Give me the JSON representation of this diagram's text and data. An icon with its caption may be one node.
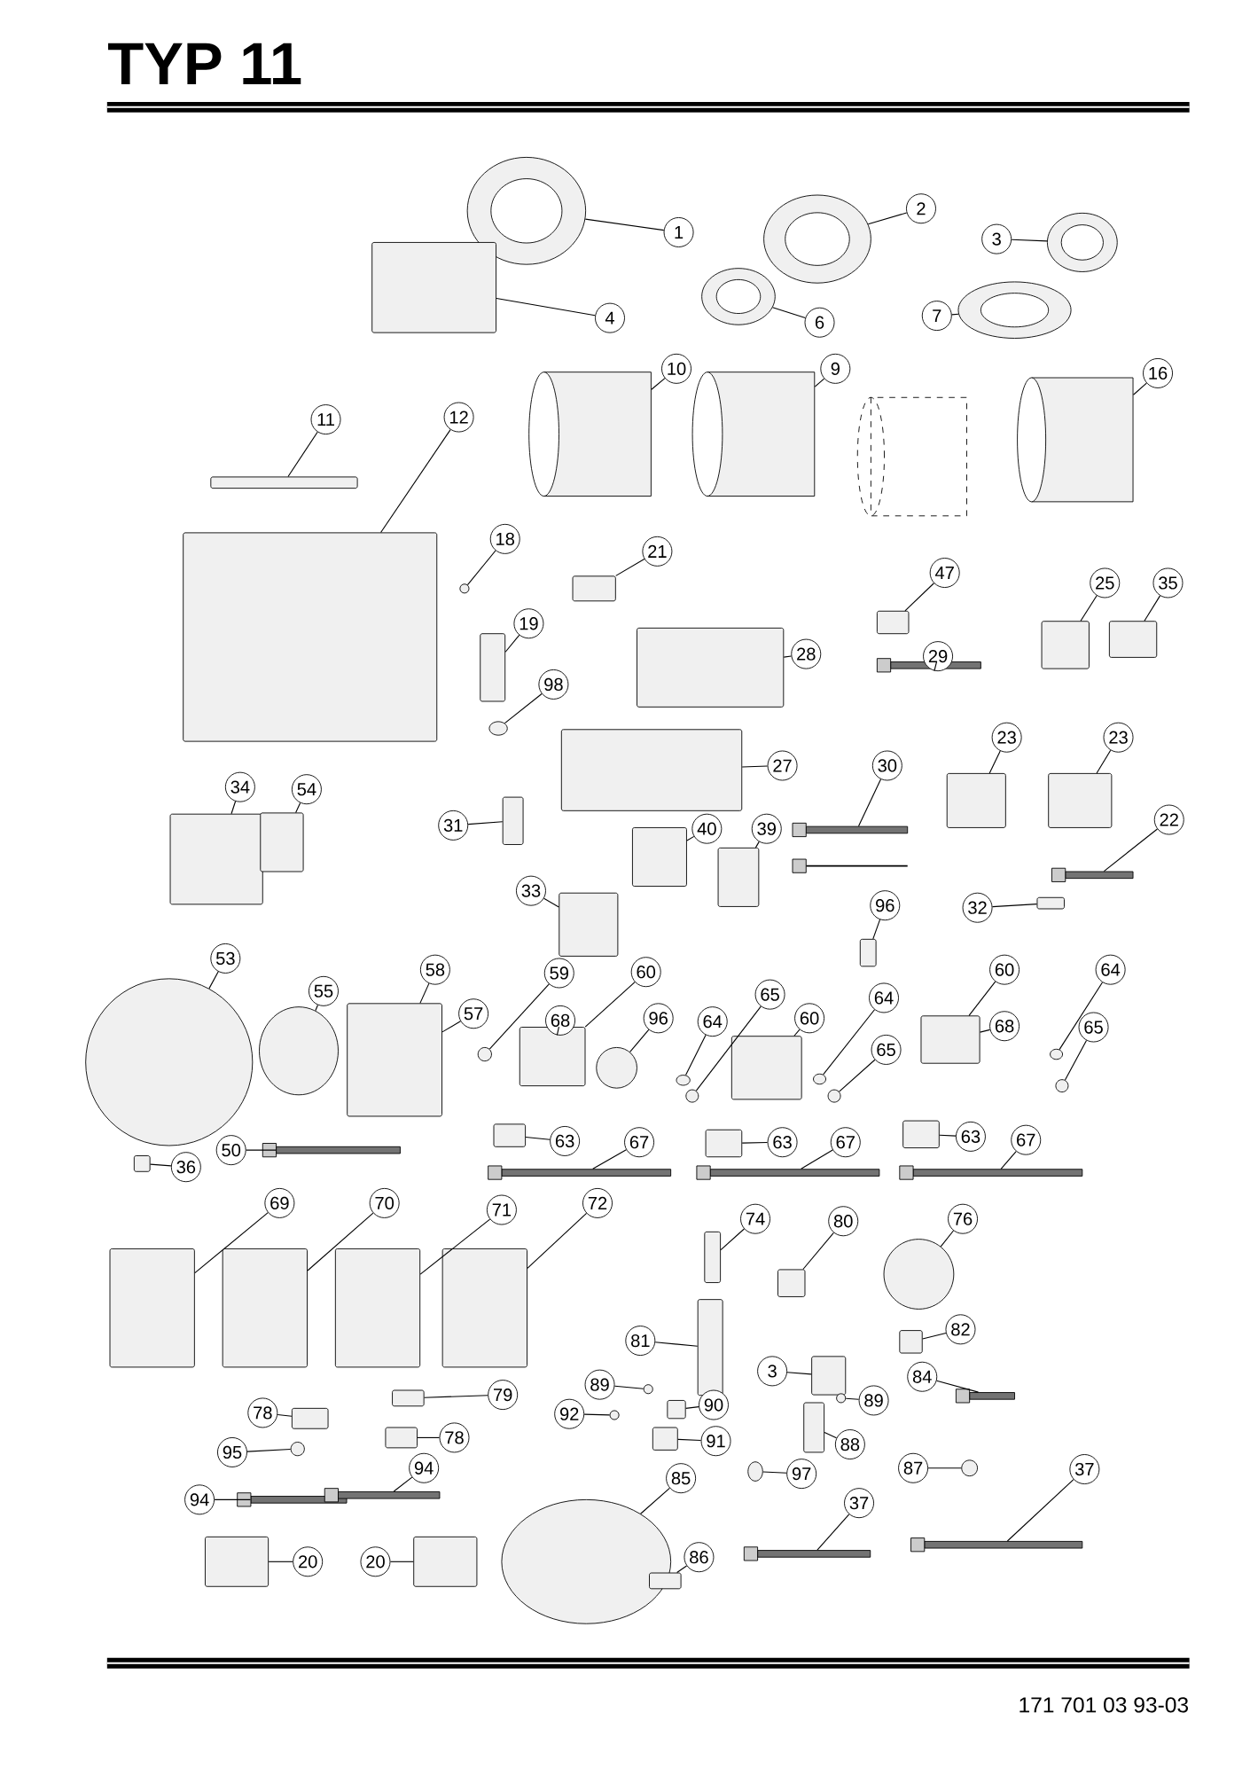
{
  "diagram": {
    "title": "TYP 11",
    "nodes": [
      {
        "text": [
          "1"
        ]
      },
      {
        "text": [
          "2"
        ]
      },
      {
        "text": [
          "3"
        ]
      },
      {
        "text": [
          "4"
        ]
      },
      {
        "text": [
          "6"
        ]
      },
      {
        "text": [
          "7"
        ]
      },
      {
        "text": [
          "10"
        ]
      },
      {
        "text": [
          "9"
        ]
      },
      {
        "text": [
          "16"
        ]
      },
      {
        "text": [
          "11"
        ]
      },
      {
        "text": [
          "12"
        ]
      },
      {
        "text": [
          "18"
        ]
      },
      {
        "text": [
          "21"
        ]
      },
      {
        "text": [
          "47"
        ]
      },
      {
        "text": [
          "25"
        ]
      },
      {
        "text": [
          "35"
        ]
      },
      {
        "text": [
          "19"
        ]
      },
      {
        "text": [
          "28"
        ]
      },
      {
        "text": [
          "29"
        ]
      },
      {
        "text": [
          "98"
        ]
      },
      {
        "text": [
          "27"
        ]
      },
      {
        "text": [
          "23"
        ]
      },
      {
        "text": [
          "23"
        ]
      },
      {
        "text": [
          "30"
        ]
      },
      {
        "text": [
          "34"
        ]
      },
      {
        "text": [
          "54"
        ]
      },
      {
        "text": [
          "31"
        ]
      },
      {
        "text": [
          "40"
        ]
      },
      {
        "text": [
          "39"
        ]
      },
      {
        "text": [
          "22"
        ]
      },
      {
        "text": [
          "33"
        ]
      },
      {
        "text": [
          "32"
        ]
      },
      {
        "text": [
          "96"
        ]
      },
      {
        "text": [
          "53"
        ]
      },
      {
        "text": [
          "58"
        ]
      },
      {
        "text": [
          "59"
        ]
      },
      {
        "text": [
          "60"
        ]
      },
      {
        "text": [
          "55"
        ]
      },
      {
        "text": [
          "57"
        ]
      },
      {
        "text": [
          "68"
        ]
      },
      {
        "text": [
          "96"
        ]
      },
      {
        "text": [
          "64"
        ]
      },
      {
        "text": [
          "65"
        ]
      },
      {
        "text": [
          "60"
        ]
      },
      {
        "text": [
          "64"
        ]
      },
      {
        "text": [
          "60"
        ]
      },
      {
        "text": [
          "64"
        ]
      },
      {
        "text": [
          "68"
        ]
      },
      {
        "text": [
          "65"
        ]
      },
      {
        "text": [
          "65"
        ]
      },
      {
        "text": [
          "63"
        ]
      },
      {
        "text": [
          "50"
        ]
      },
      {
        "text": [
          "63"
        ]
      },
      {
        "text": [
          "63"
        ]
      },
      {
        "text": [
          "67"
        ]
      },
      {
        "text": [
          "67"
        ]
      },
      {
        "text": [
          "67"
        ]
      },
      {
        "text": [
          "36"
        ]
      },
      {
        "text": [
          "69"
        ]
      },
      {
        "text": [
          "70"
        ]
      },
      {
        "text": [
          "71"
        ]
      },
      {
        "text": [
          "72"
        ]
      },
      {
        "text": [
          "74"
        ]
      },
      {
        "text": [
          "80"
        ]
      },
      {
        "text": [
          "76"
        ]
      },
      {
        "text": [
          "81"
        ]
      },
      {
        "text": [
          "82"
        ]
      },
      {
        "text": [
          "3"
        ]
      },
      {
        "text": [
          "84"
        ]
      },
      {
        "text": [
          "89"
        ]
      },
      {
        "text": [
          "79"
        ]
      },
      {
        "text": [
          "89"
        ]
      },
      {
        "text": [
          "92"
        ]
      },
      {
        "text": [
          "90"
        ]
      },
      {
        "text": [
          "78"
        ]
      },
      {
        "text": [
          "91"
        ]
      },
      {
        "text": [
          "78"
        ]
      },
      {
        "text": [
          "88"
        ]
      },
      {
        "text": [
          "95"
        ]
      },
      {
        "text": [
          "97"
        ]
      },
      {
        "text": [
          "87"
        ]
      },
      {
        "text": [
          "85"
        ]
      },
      {
        "text": [
          "94"
        ]
      },
      {
        "text": [
          "94"
        ]
      },
      {
        "text": [
          "37"
        ]
      },
      {
        "text": [
          "37"
        ]
      },
      {
        "text": [
          "86"
        ]
      },
      {
        "text": [
          "20"
        ]
      },
      {
        "text": [
          "20"
        ]
      },
      {
        "text": [],
        "shape": "ring"
      },
      {
        "text": [],
        "shape": "box"
      },
      {
        "text": [],
        "shape": "ring"
      },
      {
        "text": [],
        "shape": "ring"
      },
      {
        "text": [],
        "shape": "ring"
      },
      {
        "text": [],
        "shape": "ring"
      },
      {
        "text": [],
        "shape": "cylinder"
      },
      {
        "text": [],
        "shape": "cylinder"
      },
      {
        "text": [],
        "shape": "cylinder"
      },
      {
        "text": [],
        "shape": "box"
      },
      {
        "text": [],
        "shape": "box"
      },
      {
        "text": [],
        "shape": "circle"
      },
      {
        "text": [],
        "shape": "box"
      },
      {
        "text": [],
        "shape": "box"
      },
      {
        "text": [],
        "shape": "box"
      },
      {
        "text": [],
        "shape": "box"
      },
      {
        "text": [],
        "shape": "cable"
      },
      {
        "text": [],
        "shape": "box"
      },
      {
        "text": [],
        "shape": "box"
      },
      {
        "text": [],
        "shape": "circle"
      },
      {
        "text": [],
        "shape": "box"
      },
      {
        "text": [],
        "shape": "cable"
      },
      {
        "text": [],
        "shape": "box"
      },
      {
        "text": [],
        "shape": "box"
      },
      {
        "text": [],
        "shape": "cable"
      },
      {
        "text": [],
        "shape": "box"
      },
      {
        "text": [],
        "shape": "box"
      },
      {
        "text": [],
        "shape": "box"
      },
      {
        "text": [],
        "shape": "box"
      },
      {
        "text": [],
        "shape": "box"
      },
      {
        "text": [],
        "shape": "box"
      },
      {
        "text": [],
        "shape": "box"
      },
      {
        "text": [],
        "shape": "box"
      },
      {
        "text": [],
        "shape": "circle"
      },
      {
        "text": [],
        "shape": "circle"
      },
      {
        "text": [],
        "shape": "box"
      },
      {
        "text": [],
        "shape": "circle"
      },
      {
        "text": [],
        "shape": "box"
      },
      {
        "text": [],
        "shape": "circle"
      },
      {
        "text": [],
        "shape": "circle"
      },
      {
        "text": [],
        "shape": "circle"
      },
      {
        "text": [],
        "shape": "box"
      },
      {
        "text": [],
        "shape": "circle"
      },
      {
        "text": [],
        "shape": "circle"
      },
      {
        "text": [],
        "shape": "box"
      },
      {
        "text": [],
        "shape": "circle"
      },
      {
        "text": [],
        "shape": "circle"
      },
      {
        "text": [],
        "shape": "box"
      },
      {
        "text": [],
        "shape": "box"
      },
      {
        "text": [],
        "shape": "box"
      },
      {
        "text": [],
        "shape": "cable"
      },
      {
        "text": [],
        "shape": "cable"
      },
      {
        "text": [],
        "shape": "cable"
      },
      {
        "text": [],
        "shape": "cable"
      },
      {
        "text": [],
        "shape": "box"
      },
      {
        "text": [],
        "shape": "box"
      },
      {
        "text": [],
        "shape": "box"
      },
      {
        "text": [],
        "shape": "box"
      },
      {
        "text": [],
        "shape": "box"
      },
      {
        "text": [],
        "shape": "box"
      },
      {
        "text": [],
        "shape": "box"
      },
      {
        "text": [],
        "shape": "circle"
      },
      {
        "text": [],
        "shape": "box"
      },
      {
        "text": [],
        "shape": "box"
      },
      {
        "text": [],
        "shape": "box"
      },
      {
        "text": [],
        "shape": "cable"
      },
      {
        "text": [],
        "shape": "circle"
      },
      {
        "text": [],
        "shape": "box"
      },
      {
        "text": [],
        "shape": "circle"
      },
      {
        "text": [],
        "shape": "box"
      },
      {
        "text": [],
        "shape": "box"
      },
      {
        "text": [],
        "shape": "circle"
      },
      {
        "text": [],
        "shape": "box"
      },
      {
        "text": [],
        "shape": "box"
      },
      {
        "text": [],
        "shape": "box"
      },
      {
        "text": [],
        "shape": "circle"
      },
      {
        "text": [],
        "shape": "circle"
      },
      {
        "text": [],
        "shape": "circle"
      },
      {
        "text": [],
        "shape": "cable"
      },
      {
        "text": [],
        "shape": "cable"
      },
      {
        "text": [],
        "shape": "circle"
      },
      {
        "text": [],
        "shape": "box"
      },
      {
        "text": [],
        "shape": "cable"
      },
      {
        "text": [],
        "shape": "cable"
      },
      {
        "text": [],
        "shape": "box"
      },
      {
        "text": [],
        "shape": "box"
      }
    ],
    "edges": [
      {
        "from": 0,
        "to": 89,
        "arrow": "none"
      },
      {
        "from": 1,
        "to": 91,
        "arrow": "none"
      },
      {
        "from": 2,
        "to": 93,
        "arrow": "none"
      },
      {
        "from": 3,
        "to": 90,
        "arrow": "none"
      },
      {
        "from": 4,
        "to": 92,
        "arrow": "none"
      },
      {
        "from": 5,
        "to": 94,
        "arrow": "none"
      },
      {
        "from": 6,
        "to": 95,
        "arrow": "none"
      },
      {
        "from": 7,
        "to": 96,
        "arrow": "none"
      },
      {
        "from": 8,
        "to": 97,
        "arrow": "none"
      },
      {
        "from": 9,
        "to": 98,
        "arrow": "none"
      },
      {
        "from": 10,
        "to": 99,
        "arrow": "none"
      },
      {
        "from": 11,
        "to": 100,
        "arrow": "none"
      },
      {
        "from": 12,
        "to": 102,
        "arrow": "none"
      },
      {
        "from": 13,
        "to": 104,
        "arrow": "none"
      },
      {
        "from": 14,
        "to": 106,
        "arrow": "none"
      },
      {
        "from": 15,
        "to": 107,
        "arrow": "none"
      },
      {
        "from": 16,
        "to": 101,
        "arrow": "none"
      },
      {
        "from": 17,
        "to": 103,
        "arrow": "none"
      },
      {
        "from": 18,
        "to": 105,
        "arrow": "none"
      },
      {
        "from": 19,
        "to": 108,
        "arrow": "none"
      },
      {
        "from": 20,
        "to": 109,
        "arrow": "none"
      },
      {
        "from": 21,
        "to": 111,
        "arrow": "none"
      },
      {
        "from": 22,
        "to": 112,
        "arrow": "none"
      },
      {
        "from": 23,
        "to": 110,
        "arrow": "none"
      },
      {
        "from": 24,
        "to": 114,
        "arrow": "none"
      },
      {
        "from": 25,
        "to": 115,
        "arrow": "none"
      },
      {
        "from": 26,
        "to": 116,
        "arrow": "none"
      },
      {
        "from": 27,
        "to": 117,
        "arrow": "none"
      },
      {
        "from": 28,
        "to": 118,
        "arrow": "none"
      },
      {
        "from": 29,
        "to": 113,
        "arrow": "none"
      },
      {
        "from": 30,
        "to": 119,
        "arrow": "none"
      },
      {
        "from": 31,
        "to": 120,
        "arrow": "none"
      },
      {
        "from": 32,
        "to": 121,
        "arrow": "none"
      },
      {
        "from": 33,
        "to": 122,
        "arrow": "none"
      },
      {
        "from": 34,
        "to": 124,
        "arrow": "none"
      },
      {
        "from": 35,
        "to": 125,
        "arrow": "none"
      },
      {
        "from": 36,
        "to": 126,
        "arrow": "none"
      },
      {
        "from": 37,
        "to": 123,
        "arrow": "none"
      },
      {
        "from": 38,
        "to": 124,
        "arrow": "none"
      },
      {
        "from": 39,
        "to": 126,
        "arrow": "none"
      },
      {
        "from": 40,
        "to": 127,
        "arrow": "none"
      },
      {
        "from": 41,
        "to": 128,
        "arrow": "none"
      },
      {
        "from": 42,
        "to": 129,
        "arrow": "none"
      },
      {
        "from": 43,
        "to": 130,
        "arrow": "none"
      },
      {
        "from": 44,
        "to": 131,
        "arrow": "none"
      },
      {
        "from": 45,
        "to": 133,
        "arrow": "none"
      },
      {
        "from": 46,
        "to": 134,
        "arrow": "none"
      },
      {
        "from": 47,
        "to": 133,
        "arrow": "none"
      },
      {
        "from": 48,
        "to": 132,
        "arrow": "none"
      },
      {
        "from": 49,
        "to": 135,
        "arrow": "none"
      },
      {
        "from": 50,
        "to": 136,
        "arrow": "none"
      },
      {
        "from": 51,
        "to": 139,
        "arrow": "none"
      },
      {
        "from": 52,
        "to": 137,
        "arrow": "none"
      },
      {
        "from": 53,
        "to": 138,
        "arrow": "none"
      },
      {
        "from": 54,
        "to": 140,
        "arrow": "none"
      },
      {
        "from": 55,
        "to": 141,
        "arrow": "none"
      },
      {
        "from": 56,
        "to": 142,
        "arrow": "none"
      },
      {
        "from": 57,
        "to": 143,
        "arrow": "none"
      },
      {
        "from": 58,
        "to": 144,
        "arrow": "none"
      },
      {
        "from": 59,
        "to": 145,
        "arrow": "none"
      },
      {
        "from": 60,
        "to": 146,
        "arrow": "none"
      },
      {
        "from": 61,
        "to": 147,
        "arrow": "none"
      },
      {
        "from": 62,
        "to": 148,
        "arrow": "none"
      },
      {
        "from": 63,
        "to": 149,
        "arrow": "none"
      },
      {
        "from": 64,
        "to": 150,
        "arrow": "none"
      },
      {
        "from": 65,
        "to": 151,
        "arrow": "none"
      },
      {
        "from": 66,
        "to": 152,
        "arrow": "none"
      },
      {
        "from": 67,
        "to": 153,
        "arrow": "none"
      },
      {
        "from": 68,
        "to": 154,
        "arrow": "none"
      },
      {
        "from": 69,
        "to": 155,
        "arrow": "none"
      },
      {
        "from": 70,
        "to": 161,
        "arrow": "none"
      },
      {
        "from": 71,
        "to": 160,
        "arrow": "none"
      },
      {
        "from": 72,
        "to": 157,
        "arrow": "none"
      },
      {
        "from": 73,
        "to": 156,
        "arrow": "none"
      },
      {
        "from": 74,
        "to": 162,
        "arrow": "none"
      },
      {
        "from": 75,
        "to": 158,
        "arrow": "none"
      },
      {
        "from": 76,
        "to": 163,
        "arrow": "none"
      },
      {
        "from": 77,
        "to": 159,
        "arrow": "none"
      },
      {
        "from": 78,
        "to": 164,
        "arrow": "none"
      },
      {
        "from": 79,
        "to": 165,
        "arrow": "none"
      },
      {
        "from": 80,
        "to": 166,
        "arrow": "none"
      },
      {
        "from": 81,
        "to": 169,
        "arrow": "none"
      },
      {
        "from": 82,
        "to": 167,
        "arrow": "none"
      },
      {
        "from": 83,
        "to": 168,
        "arrow": "none"
      },
      {
        "from": 84,
        "to": 171,
        "arrow": "none"
      },
      {
        "from": 85,
        "to": 172,
        "arrow": "none"
      },
      {
        "from": 86,
        "to": 170,
        "arrow": "none"
      },
      {
        "from": 87,
        "to": 173,
        "arrow": "none"
      },
      {
        "from": 88,
        "to": 174,
        "arrow": "none"
      }
    ],
    "labels": [
      "171 701 03 93-03"
    ]
  }
}
